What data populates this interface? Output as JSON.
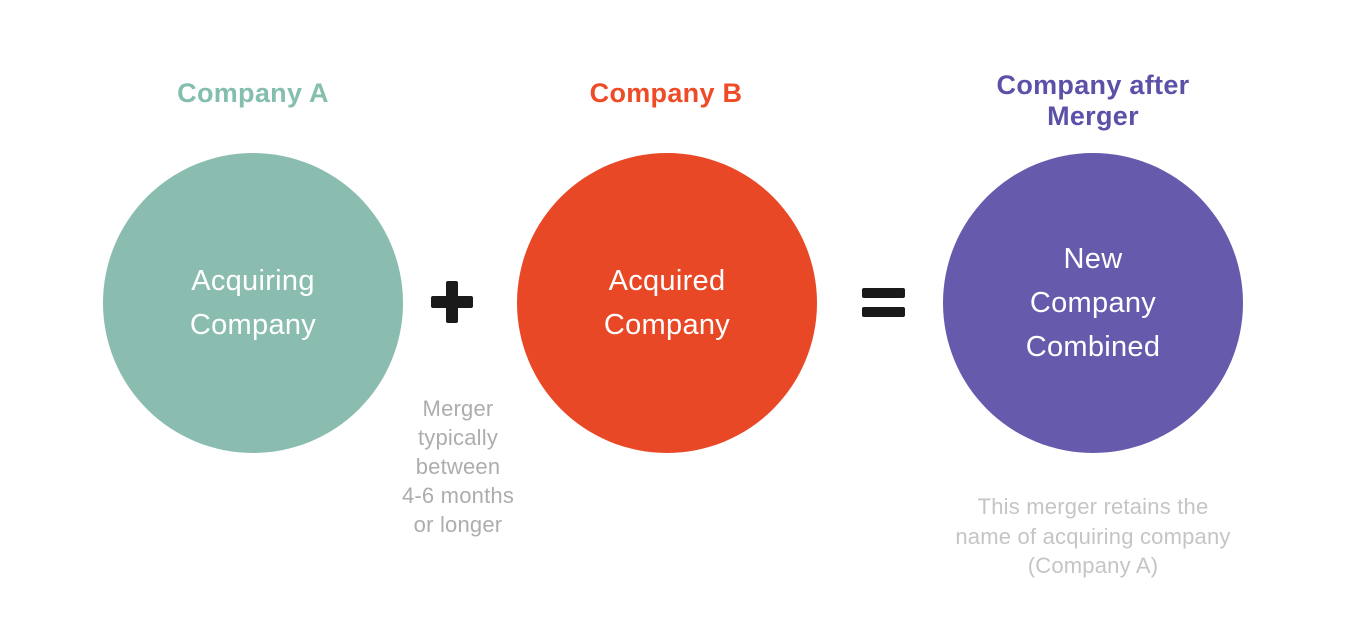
{
  "palette": {
    "background": "#FFFFFF",
    "teal_circle": "#8ABDB0",
    "teal_label": "#84BEAE",
    "orange_circle": "#E94826",
    "orange_label": "#EE4B27",
    "purple_circle": "#655AAC",
    "purple_label": "#5B51A8",
    "operator": "#1A1A1A",
    "circle_text": "#FFFFFF",
    "caption_gray": "#ADADAD",
    "note_gray": "#C5C5C7"
  },
  "company_a": {
    "header": "Company A",
    "circle_lines": [
      "Acquiring",
      "Company"
    ]
  },
  "company_b": {
    "header": "Company B",
    "circle_lines": [
      "Acquired",
      "Company"
    ]
  },
  "merged": {
    "header_lines": [
      "Company after",
      "Merger"
    ],
    "circle_lines": [
      "New",
      "Company",
      "Combined"
    ],
    "note_lines": [
      "This merger retains the",
      "name of acquiring company",
      "(Company A)"
    ]
  },
  "operators": {
    "plus": "+",
    "equals": "="
  },
  "duration_caption": {
    "lines": [
      "Merger",
      "typically",
      "between",
      "4-6 months",
      "or longer"
    ]
  }
}
